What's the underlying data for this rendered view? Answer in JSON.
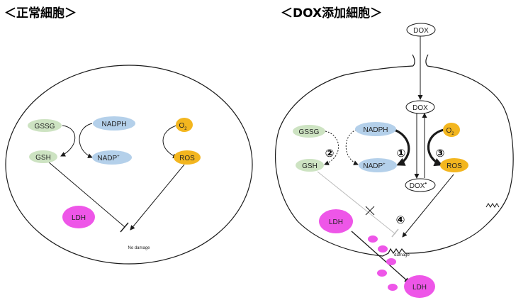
{
  "titles": {
    "normal_cell": "＜正常細胞＞",
    "dox_cell": "＜DOX添加細胞＞"
  },
  "normal_cell": {
    "molecules": {
      "gssg": "GSSG",
      "nadph": "NADPH",
      "gsh": "GSH",
      "nadp": "NADP",
      "nadp_sup": "+",
      "o2": "O",
      "o2_sub": "2",
      "ros": "ROS",
      "ldh": "LDH"
    },
    "status_text": "No damage"
  },
  "dox_cell": {
    "molecules": {
      "dox_outside": "DOX",
      "dox_inside": "DOX",
      "dox_radical": "DOX",
      "dox_radical_sup": "•",
      "gssg": "GSSG",
      "nadph": "NADPH",
      "gsh": "GSH",
      "nadp": "NADP",
      "nadp_sup": "+",
      "o2": "O",
      "o2_sub": "2",
      "ros": "ROS",
      "ldh_inside": "LDH",
      "ldh_released": "LDH"
    },
    "markers": [
      "①",
      "②",
      "③",
      "④"
    ],
    "status_text": "damage"
  },
  "colors": {
    "green_node": "#cde3c2",
    "blue_node": "#b4d0ea",
    "orange_node": "#f3b61f",
    "magenta_node": "#ee56e8",
    "line": "#1a1a1a",
    "grey_line": "#bdbdbd"
  }
}
